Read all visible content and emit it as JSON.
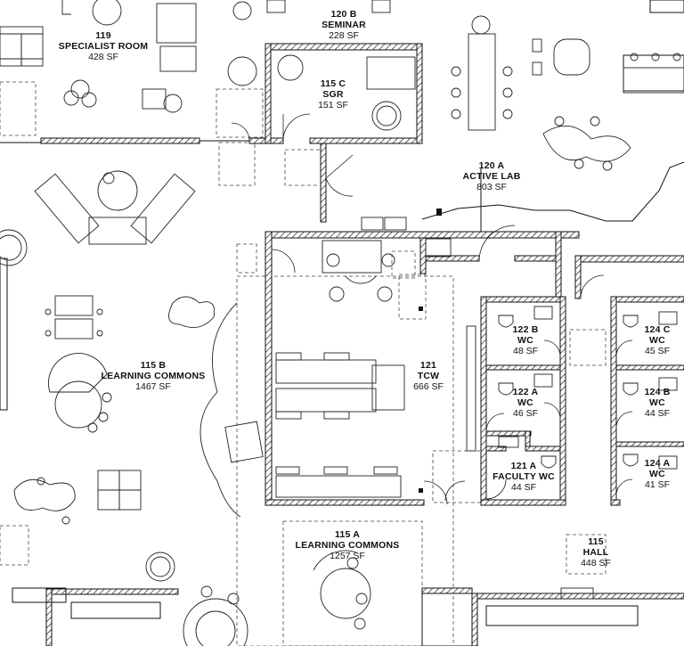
{
  "plan": {
    "rooms": [
      {
        "number": "119",
        "name": "SPECIALIST ROOM",
        "area": "428 SF"
      },
      {
        "number": "120 B",
        "name": "SEMINAR",
        "area": "228 SF"
      },
      {
        "number": "115 C",
        "name": "SGR",
        "area": "151 SF"
      },
      {
        "number": "120 A",
        "name": "ACTIVE LAB",
        "area": "803 SF"
      },
      {
        "number": "115 B",
        "name": "LEARNING COMMONS",
        "area": "1467 SF"
      },
      {
        "number": "121",
        "name": "TCW",
        "area": "666 SF"
      },
      {
        "number": "122 B",
        "name": "WC",
        "area": "48 SF"
      },
      {
        "number": "122 A",
        "name": "WC",
        "area": "46 SF"
      },
      {
        "number": "124 C",
        "name": "WC",
        "area": "45 SF"
      },
      {
        "number": "124 B",
        "name": "WC",
        "area": "44 SF"
      },
      {
        "number": "124 A",
        "name": "WC",
        "area": "41 SF"
      },
      {
        "number": "121 A",
        "name": "FACULTY WC",
        "area": "44 SF"
      },
      {
        "number": "115 A",
        "name": "LEARNING COMMONS",
        "area": "1257 SF"
      },
      {
        "number": "115",
        "name": "HALL",
        "area": "448 SF"
      }
    ]
  }
}
